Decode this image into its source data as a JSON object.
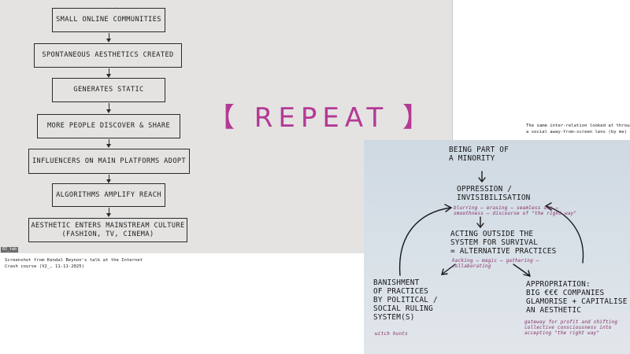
{
  "slide": {
    "corner_tag": "02_tab",
    "flow_steps": [
      "SMALL ONLINE COMMUNITIES",
      "SPONTANEOUS AESTHETICS CREATED",
      "GENERATES STATIC",
      "MORE PEOPLE DISCOVER & SHARE",
      "INFLUENCERS ON MAIN PLATFORMS ADOPT",
      "ALGORITHMS AMPLIFY REACH",
      "AESTHETIC ENTERS MAINSTREAM CULTURE\n(FASHION, TV, CINEMA)"
    ],
    "repeat_label": "【 REPEAT 】",
    "caption": "Screenshot from Kendal Beynon's talk at the Internet\nCrash course (V2_, 11-11-2025)"
  },
  "photo": {
    "caption": "The same inter-relation looked at through\na social away-from-screen lens (by me)",
    "top": "BEING PART OF\nA MINORITY",
    "oppression": "OPPRESSION /\nINVISIBILISATION",
    "oppression_note": "blurring – erasing – seamless use –\nsmoothness – discourse of \"the right way\"",
    "acting": "ACTING OUTSIDE THE\nSYSTEM FOR SURVIVAL\n= ALTERNATIVE PRACTICES",
    "acting_note": "hacking – magic – gathering –\ncollaborating",
    "banishment": "BANISHMENT\nOF PRACTICES\nBY POLITICAL /\nSOCIAL RULING\nSYSTEM(S)",
    "banishment_note": "witch hunts",
    "appropriation": "APPROPRIATION:\nBIG €€€ COMPANIES\nGLAMORISE + CAPITALISE\nAN AESTHETIC",
    "appropriation_note": "gateway for profit and shifting\ncollective consciousness into\naccepting \"the right way\""
  }
}
